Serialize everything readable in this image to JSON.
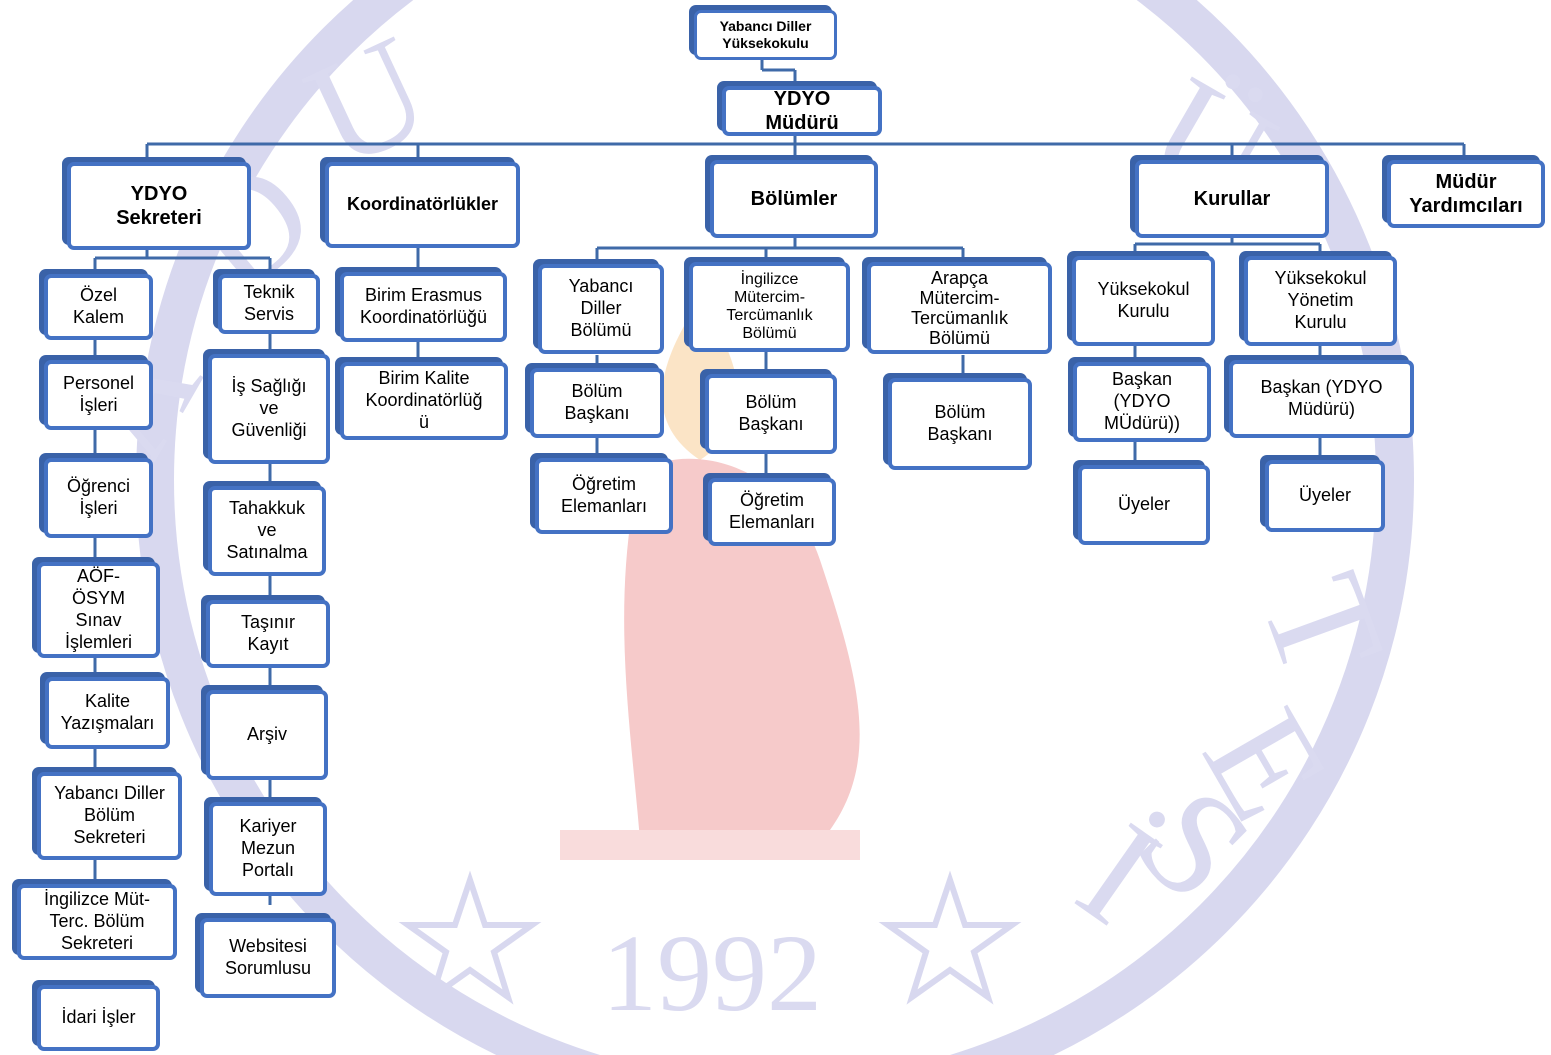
{
  "watermark": {
    "year": "1992",
    "colors": {
      "ring": "#d8d8ef",
      "figure": "#f6caca",
      "flame": "#fbe4c6"
    }
  },
  "colors": {
    "box_border": "#4472c4",
    "connector": "#3f6aa8"
  },
  "nodes": {
    "top": "Yabancı Diller\nYüksekokulu",
    "director": "YDYO\nMüdürü",
    "secretary": "YDYO\nSekreteri",
    "coordinators": "Koordinatörlükler",
    "departments": "Bölümler",
    "boards": "Kurullar",
    "deputies": "Müdür\nYardımcıları",
    "sec_private": "Özel\nKalem",
    "sec_personnel": "Personel\nİşleri",
    "sec_student": "Öğrenci\nİşleri",
    "sec_aof": "AÖF-\nÖSYM\nSınav\nİşlemleri",
    "sec_quality": "Kalite\nYazışmaları",
    "sec_ydb": "Yabancı Diller\nBölüm\nSekreteri",
    "sec_imt": "İngilizce Müt-\nTerc. Bölüm\nSekreteri",
    "sec_admin": "İdari İşler",
    "svc_tech": "Teknik\nServis",
    "svc_safety": "İş Sağlığı\nve\nGüvenliği",
    "svc_accrual": "Tahakkuk\nve\nSatınalma",
    "svc_movable": "Taşınır\nKayıt",
    "svc_archive": "Arşiv",
    "svc_career": "Kariyer\nMezun\nPortalı",
    "svc_web": "Websitesi\nSorumlusu",
    "coord_erasmus": "Birim Erasmus\nKoordinatörlüğü",
    "coord_quality": "Birim Kalite\nKoordinatörlüğ\nü",
    "dept_ydb": "Yabancı\nDiller\nBölümü",
    "dept_ydb_head": "Bölüm\nBaşkanı",
    "dept_ydb_staff": "Öğretim\nElemanları",
    "dept_imt": "İngilizce\nMütercim-\nTercümanlık\nBölümü",
    "dept_imt_head": "Bölüm\nBaşkanı",
    "dept_imt_staff": "Öğretim\nElemanları",
    "dept_amt": "Arapça\nMütercim-\nTercümanlık\nBölümü",
    "dept_amt_head": "Bölüm\nBaşkanı",
    "board_school": "Yüksekokul\nKurulu",
    "board_school_chair": "Başkan\n(YDYO\nMÜdürü))",
    "board_school_members": "Üyeler",
    "board_mgmt": "Yüksekokul\nYönetim\nKurulu",
    "board_mgmt_chair": "Başkan (YDYO\nMüdürü)",
    "board_mgmt_members": "Üyeler"
  }
}
